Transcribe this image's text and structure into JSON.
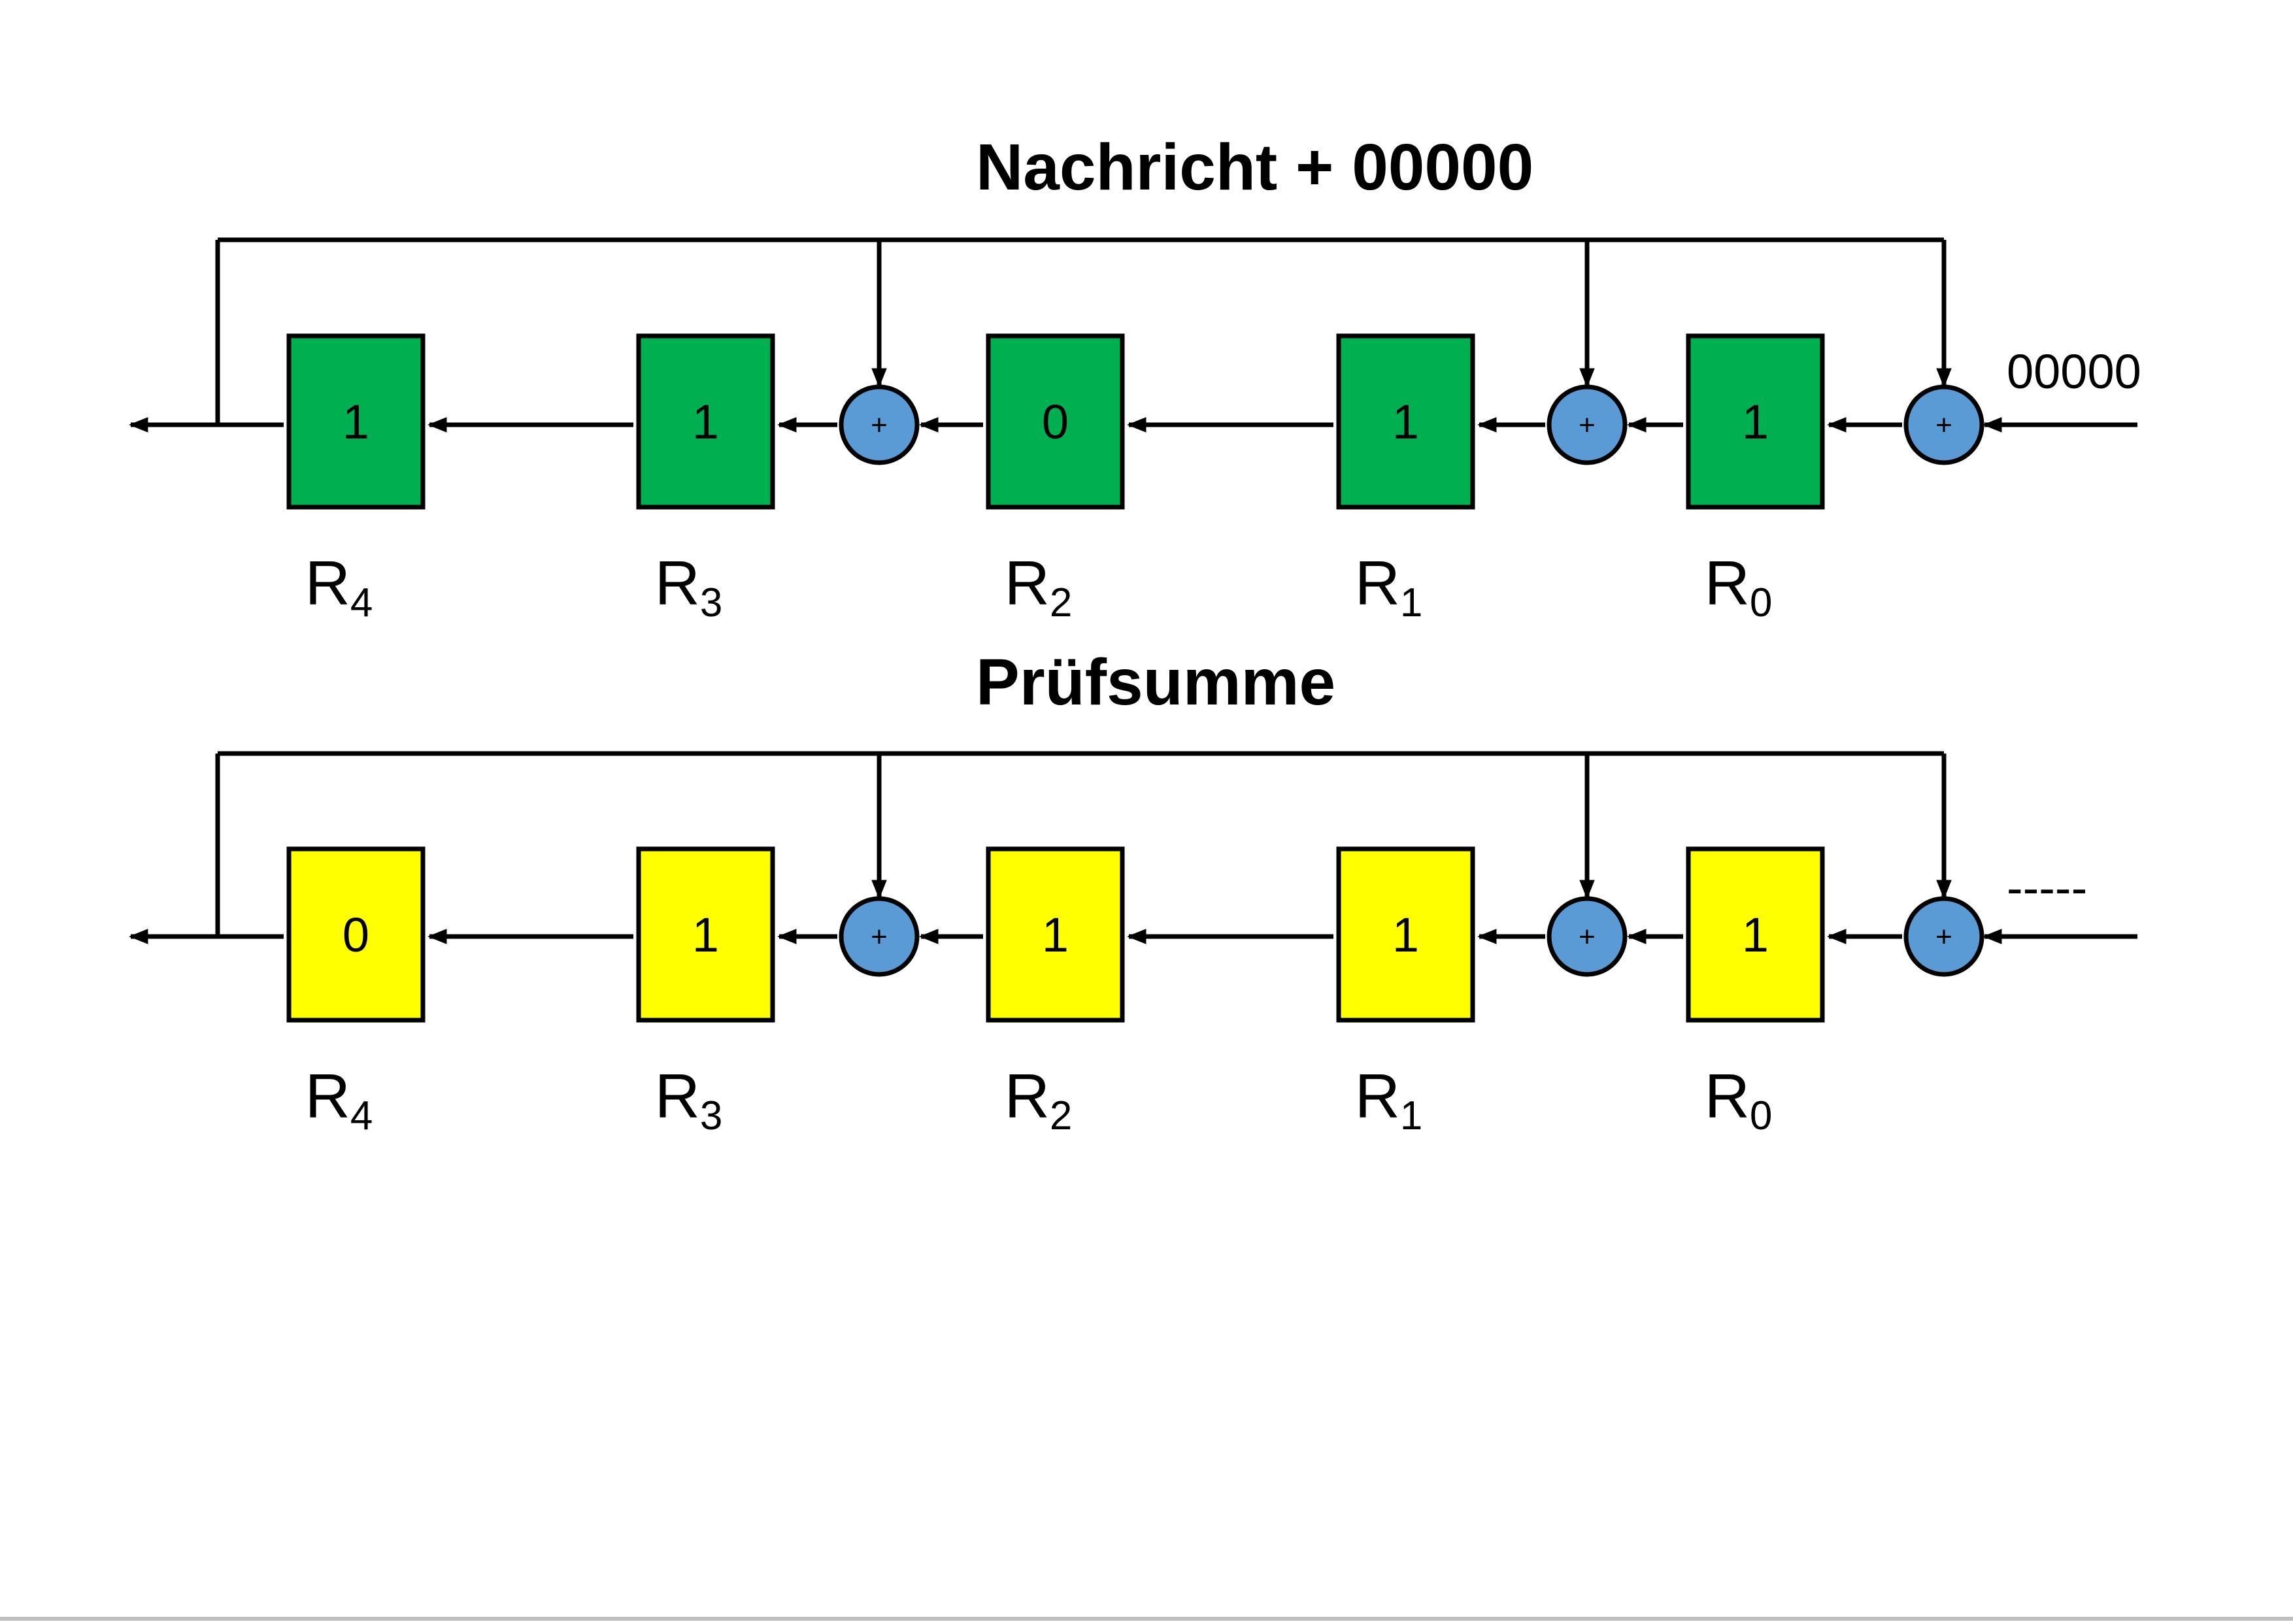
{
  "colors": {
    "register_green": "#00b050",
    "register_yellow": "#ffff00",
    "xor_blue": "#5b9bd5",
    "line": "#000000"
  },
  "xor_symbol": "+",
  "register_label_base": "R",
  "panels": [
    {
      "id": "nachricht",
      "title": "Nachricht + 00000",
      "register_color": "#00b050",
      "input_text": "00000",
      "registers": [
        {
          "name": "R4",
          "subscript": "4",
          "value": "1"
        },
        {
          "name": "R3",
          "subscript": "3",
          "value": "1"
        },
        {
          "name": "R2",
          "subscript": "2",
          "value": "0"
        },
        {
          "name": "R1",
          "subscript": "1",
          "value": "1"
        },
        {
          "name": "R0",
          "subscript": "0",
          "value": "1"
        }
      ]
    },
    {
      "id": "pruefsumme",
      "title": "Prüfsumme",
      "register_color": "#ffff00",
      "input_text": "-----",
      "registers": [
        {
          "name": "R4",
          "subscript": "4",
          "value": "0"
        },
        {
          "name": "R3",
          "subscript": "3",
          "value": "1"
        },
        {
          "name": "R2",
          "subscript": "2",
          "value": "1"
        },
        {
          "name": "R1",
          "subscript": "1",
          "value": "1"
        },
        {
          "name": "R0",
          "subscript": "0",
          "value": "1"
        }
      ]
    }
  ]
}
